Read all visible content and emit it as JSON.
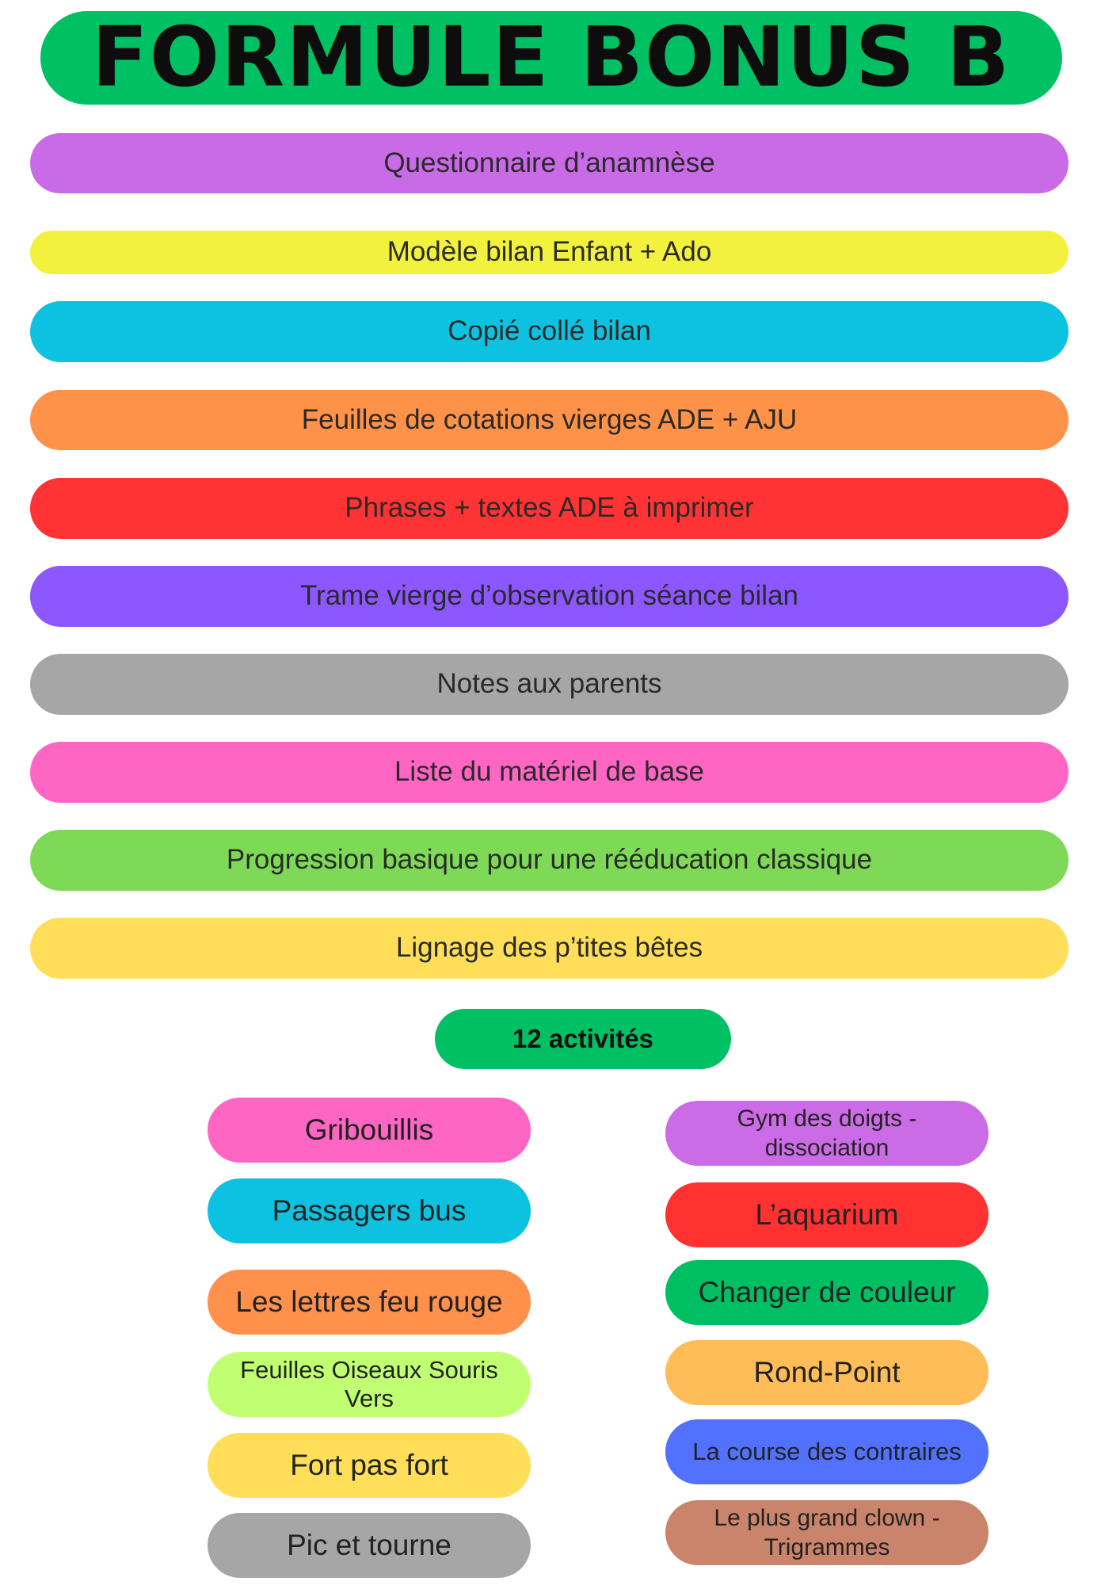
{
  "title": "FORMULE BONUS B",
  "items": [
    {
      "label": "Questionnaire d’anamnèse",
      "color": "#c96be6"
    },
    {
      "label": "Modèle bilan Enfant + Ado",
      "color": "#f2f23e"
    },
    {
      "label": "Copié collé bilan",
      "color": "#0dc2e0"
    },
    {
      "label": "Feuilles de cotations vierges ADE + AJU",
      "color": "#ff9249"
    },
    {
      "label": "Phrases + textes ADE à imprimer",
      "color": "#ff3333"
    },
    {
      "label": "Trame vierge d’observation séance bilan",
      "color": "#8c57ff"
    },
    {
      "label": "Notes aux parents",
      "color": "#a6a6a6"
    },
    {
      "label": "Liste du matériel de base",
      "color": "#ff66c4"
    },
    {
      "label": "Progression basique pour une rééducation classique",
      "color": "#7ed957"
    },
    {
      "label": "Lignage des p’tites bêtes",
      "color": "#ffde59"
    }
  ],
  "activities_badge": {
    "label": "12 activités",
    "color": "#00c064"
  },
  "activities_left": [
    {
      "label": "Gribouillis",
      "color": "#ff66c4"
    },
    {
      "label": "Passagers bus",
      "color": "#0dc2e0"
    },
    {
      "label": "Les lettres feu rouge",
      "color": "#ff914d"
    },
    {
      "label": "Feuilles Oiseaux Souris Vers",
      "color": "#c1ff72"
    },
    {
      "label": "Fort pas fort",
      "color": "#ffde59"
    },
    {
      "label": "Pic et tourne",
      "color": "#a6a6a6"
    }
  ],
  "activities_right": [
    {
      "label": "Gym des doigts - dissociation",
      "color": "#cb6ce6"
    },
    {
      "label": "L’aquarium",
      "color": "#ff3131"
    },
    {
      "label": "Changer de couleur",
      "color": "#00bf63"
    },
    {
      "label": "Rond-Point",
      "color": "#ffbd59"
    },
    {
      "label": "La course des contraires",
      "color": "#5271ff"
    },
    {
      "label": "Le plus grand clown - Trigrammes",
      "color": "#c9846b"
    }
  ]
}
